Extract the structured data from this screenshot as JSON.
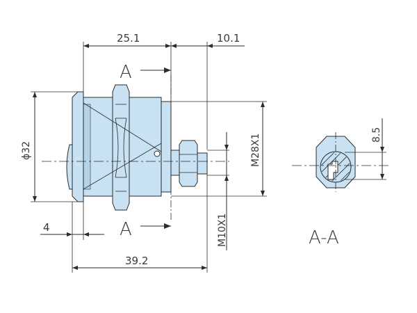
{
  "colors": {
    "body": "#c8e2f3",
    "shade": "#a9cbe4",
    "line": "#2b2b2b"
  },
  "dimensions": {
    "top_left": "25.1",
    "top_right": "10.1",
    "bottom_overall": "39.2",
    "diameter": "ϕ32",
    "flange": "4",
    "thread_body": "M28X1",
    "thread_shaft": "M10X1",
    "section_flat": "8.5"
  },
  "section": {
    "arrow_top": "A",
    "arrow_bottom": "A",
    "title": "A-A"
  }
}
